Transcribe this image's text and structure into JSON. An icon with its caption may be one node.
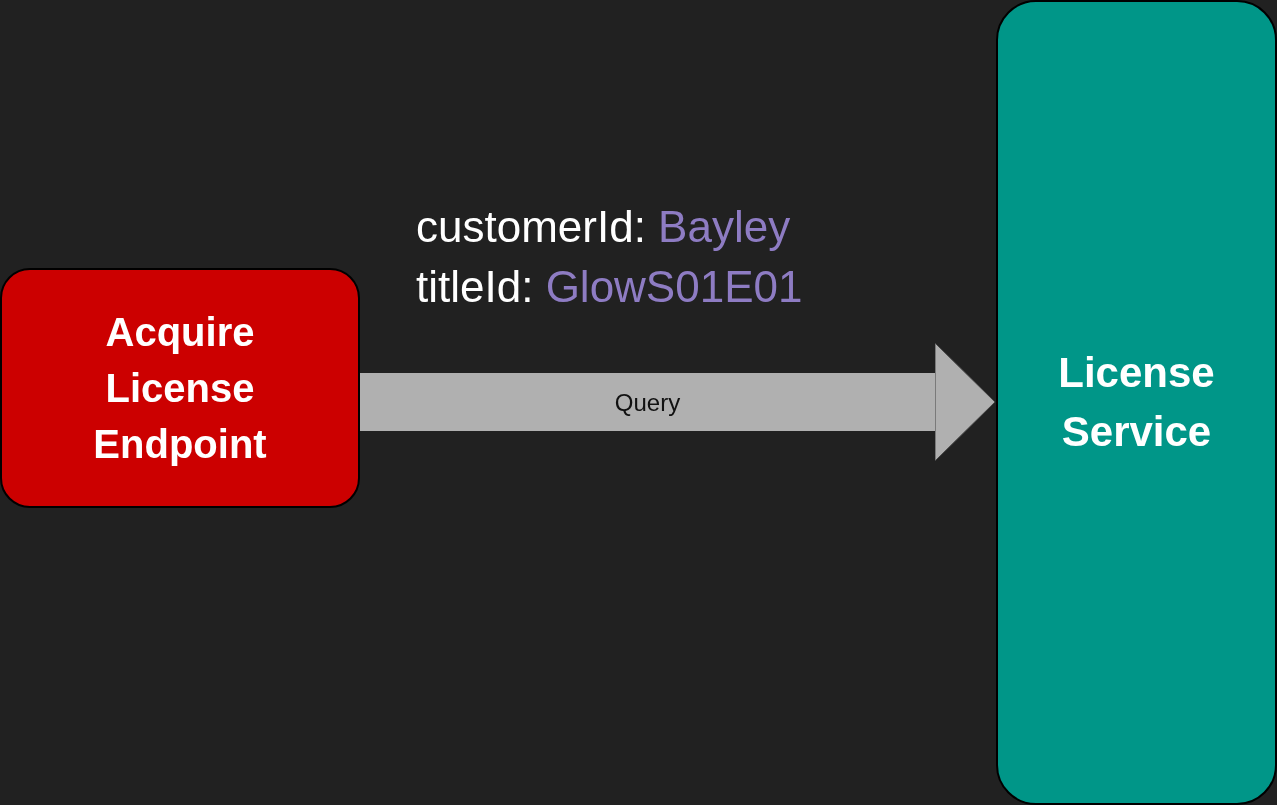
{
  "diagram": {
    "nodes": [
      {
        "text": [
          "Acquire License Endpoint"
        ]
      },
      {
        "text": [
          "License Service"
        ]
      }
    ],
    "edges": [
      {
        "from": 0,
        "to": 1,
        "arrow": "to",
        "label": "Query"
      }
    ],
    "labels": [
      "customerId:",
      "Bayley",
      "titleId:",
      "GlowS01E01"
    ]
  }
}
